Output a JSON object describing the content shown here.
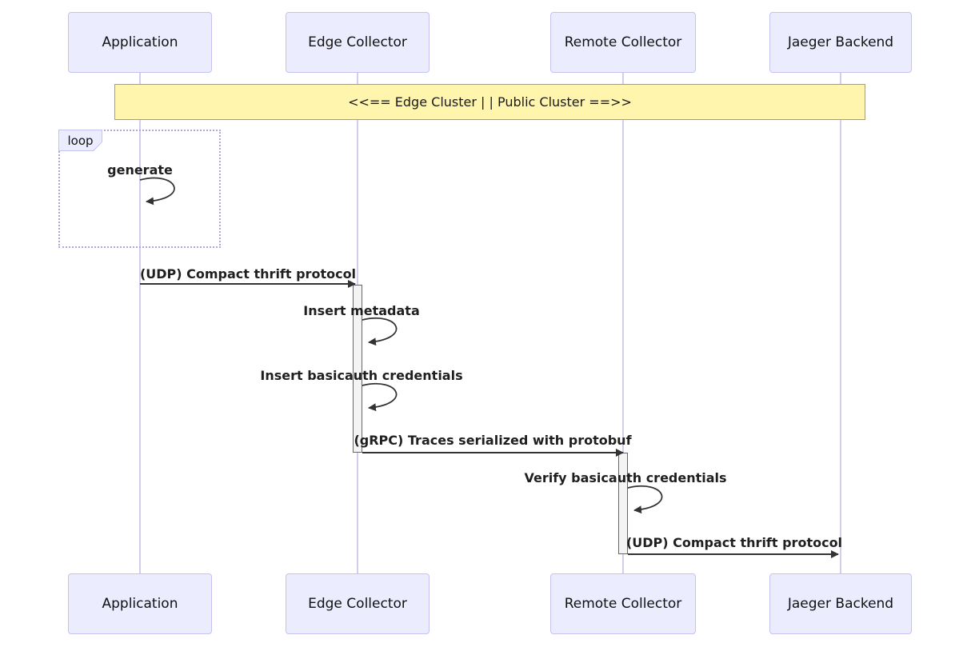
{
  "diagram": {
    "type": "sequence",
    "participants": [
      {
        "name": "Application"
      },
      {
        "name": "Edge Collector"
      },
      {
        "name": "Remote Collector"
      },
      {
        "name": "Jaeger Backend"
      }
    ],
    "note": {
      "text": "<<== Edge Cluster | | Public Cluster ==>>",
      "spans": [
        "Application",
        "Jaeger Backend"
      ]
    },
    "loop": {
      "label": "loop",
      "contains": [
        "generate"
      ]
    },
    "messages": [
      {
        "label": "generate",
        "type": "self",
        "from": "Application",
        "to": "Application"
      },
      {
        "label": "(UDP) Compact thrift protocol",
        "type": "solid-arrow",
        "from": "Application",
        "to": "Edge Collector"
      },
      {
        "label": "Insert metadata",
        "type": "self",
        "from": "Edge Collector",
        "to": "Edge Collector"
      },
      {
        "label": "Insert basicauth credentials",
        "type": "self",
        "from": "Edge Collector",
        "to": "Edge Collector"
      },
      {
        "label": "(gRPC) Traces serialized with protobuf",
        "type": "solid-arrow",
        "from": "Edge Collector",
        "to": "Remote Collector"
      },
      {
        "label": "Verify basicauth credentials",
        "type": "self",
        "from": "Remote Collector",
        "to": "Remote Collector"
      },
      {
        "label": "(UDP) Compact thrift protocol",
        "type": "solid-arrow",
        "from": "Remote Collector",
        "to": "Jaeger Backend"
      }
    ],
    "activations": [
      {
        "participant": "Edge Collector"
      },
      {
        "participant": "Remote Collector"
      }
    ],
    "colors": {
      "actor_fill": "#ECECFF",
      "actor_border": "#C6C2F0",
      "note_fill": "#FFF5AD",
      "note_border": "#AAAA33",
      "lifeline": "#D5CDEE",
      "activation_fill": "#F4F4F4",
      "activation_border": "#666666",
      "arrow": "#333333",
      "loop_border": "#B3A3DE"
    }
  }
}
